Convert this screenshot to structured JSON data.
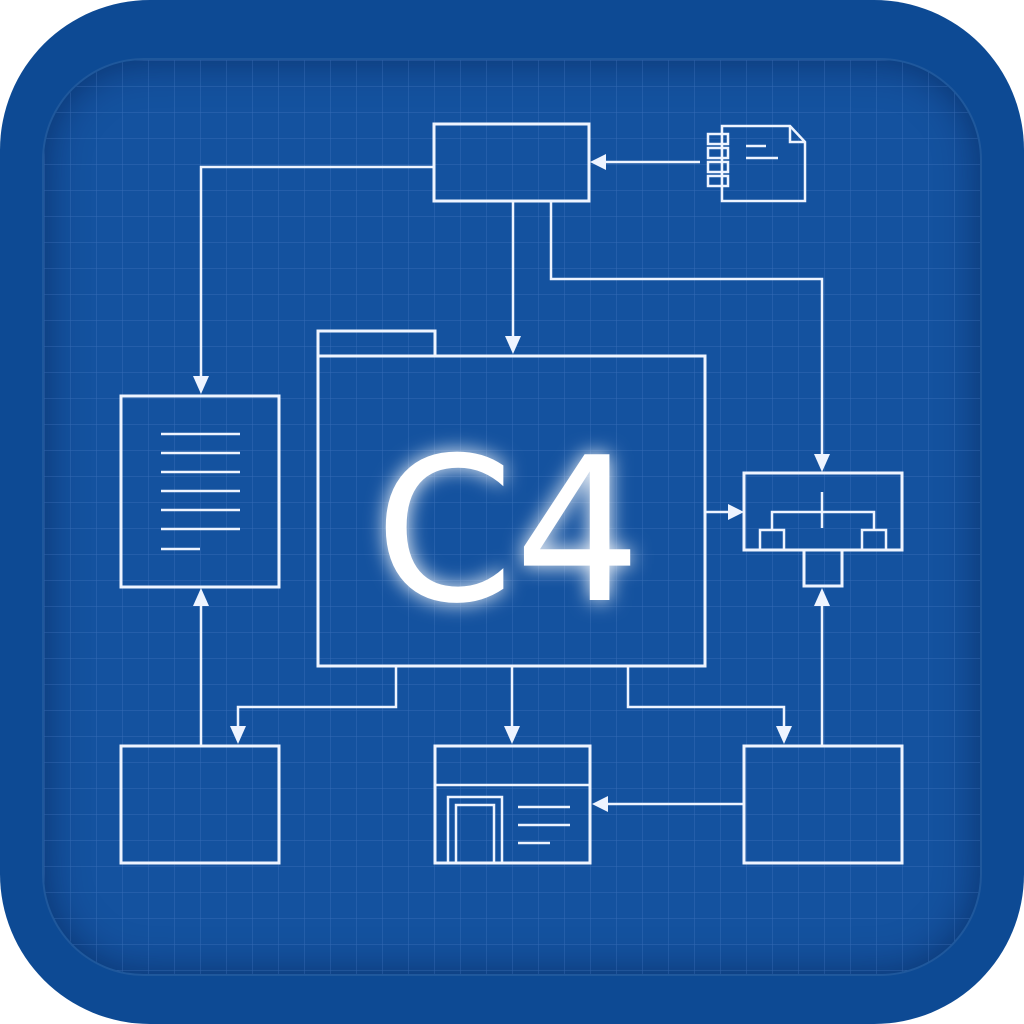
{
  "icon": {
    "title": "C4",
    "colors": {
      "outer": "#0d4a94",
      "panel": "#14529f",
      "line": "#eef4ff"
    },
    "elements": [
      "top-box",
      "document-icon",
      "main-container-box",
      "left-document-box",
      "right-component-box",
      "bottom-left-box",
      "bottom-center-webpage-box",
      "bottom-right-box"
    ]
  }
}
